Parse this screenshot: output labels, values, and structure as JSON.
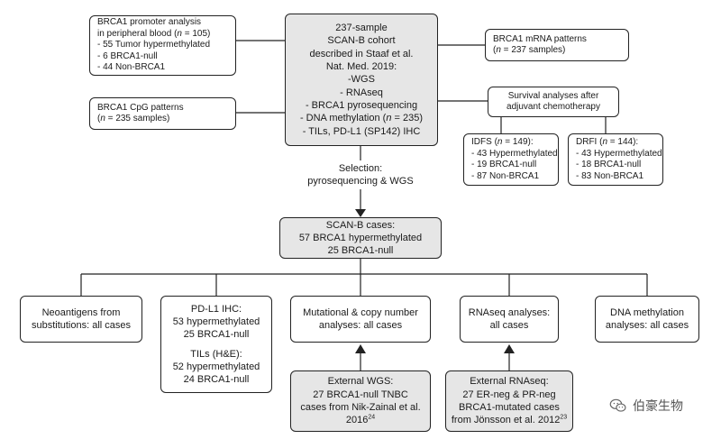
{
  "promoter_box": {
    "lines": [
      "BRCA1 promoter analysis",
      "in peripheral blood (n = 105)",
      "- 55 Tumor hypermethylated",
      "- 6 BRCA1-null",
      "- 44 Non-BRCA1"
    ]
  },
  "cpg_box": {
    "lines": [
      "BRCA1 CpG patterns",
      "(n = 235 samples)"
    ]
  },
  "cohort_box": {
    "lines": [
      "237-sample",
      "SCAN-B cohort",
      "described in Staaf et al.",
      "Nat. Med. 2019:",
      "-WGS",
      "- RNAseq",
      "- BRCA1 pyrosequencing",
      "- DNA methylation (n = 235)",
      "- TILs, PD-L1 (SP142) IHC"
    ]
  },
  "mrna_box": {
    "lines": [
      "BRCA1 mRNA patterns",
      "(n = 237 samples)"
    ]
  },
  "survival_box": {
    "lines": [
      "Survival analyses after",
      "adjuvant chemotherapy"
    ]
  },
  "idfs_box": {
    "lines": [
      "IDFS (n = 149):",
      "- 43 Hypermethylated",
      "- 19 BRCA1-null",
      "- 87 Non-BRCA1"
    ]
  },
  "drfi_box": {
    "lines": [
      "DRFI (n = 144):",
      "- 43 Hypermethylated",
      "- 18 BRCA1-null",
      "- 83 Non-BRCA1"
    ]
  },
  "selection_label": {
    "lines": [
      "Selection:",
      "pyrosequencing & WGS"
    ]
  },
  "scanb_box": {
    "lines": [
      "SCAN-B cases:",
      "57 BRCA1 hypermethylated",
      "25 BRCA1-null"
    ]
  },
  "neoantigens_box": {
    "lines": [
      "Neoantigens from",
      "substitutions: all cases"
    ]
  },
  "pdl1_box": {
    "lines": [
      "PD-L1 IHC:",
      "53 hypermethylated",
      "25 BRCA1-null",
      "TILs (H&E):",
      "52 hypermethylated",
      "24 BRCA1-null"
    ]
  },
  "mutational_box": {
    "lines": [
      "Mutational & copy number",
      "analyses: all cases"
    ]
  },
  "rnaseq_box": {
    "lines": [
      "RNAseq analyses:",
      "all cases"
    ]
  },
  "dnameth_box": {
    "lines": [
      "DNA methylation",
      "analyses: all cases"
    ]
  },
  "ext_wgs_box": {
    "lines": [
      "External WGS:",
      "27 BRCA1-null TNBC",
      "cases from Nik-Zainal et al."
    ],
    "year": "2016",
    "ref": "24"
  },
  "ext_rnaseq_box": {
    "lines": [
      "External RNAseq:",
      "27 ER-neg & PR-neg",
      "BRCA1-mutated cases"
    ],
    "last": "from Jönsson et al. 2012",
    "ref": "23"
  },
  "watermark": {
    "text": "伯豪生物",
    "icon": "wechat-icon"
  },
  "colors": {
    "grey_fill": "#e6e6e6",
    "line": "#222222"
  }
}
